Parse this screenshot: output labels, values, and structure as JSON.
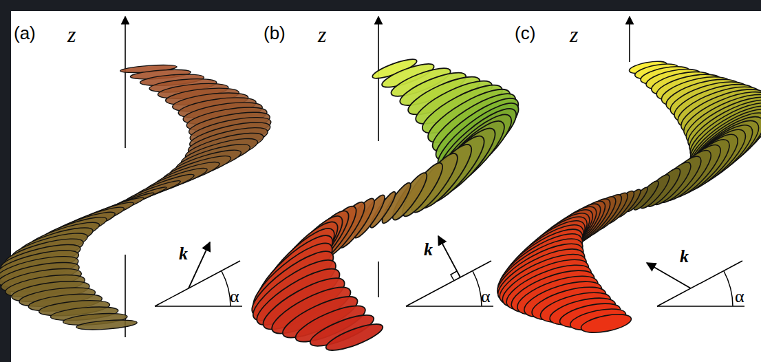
{
  "diagram": {
    "labels": [
      "(a)",
      "z",
      "k",
      "α",
      "(b)",
      "z",
      "k",
      "α",
      "(c)",
      "z",
      "k",
      "α"
    ]
  }
}
